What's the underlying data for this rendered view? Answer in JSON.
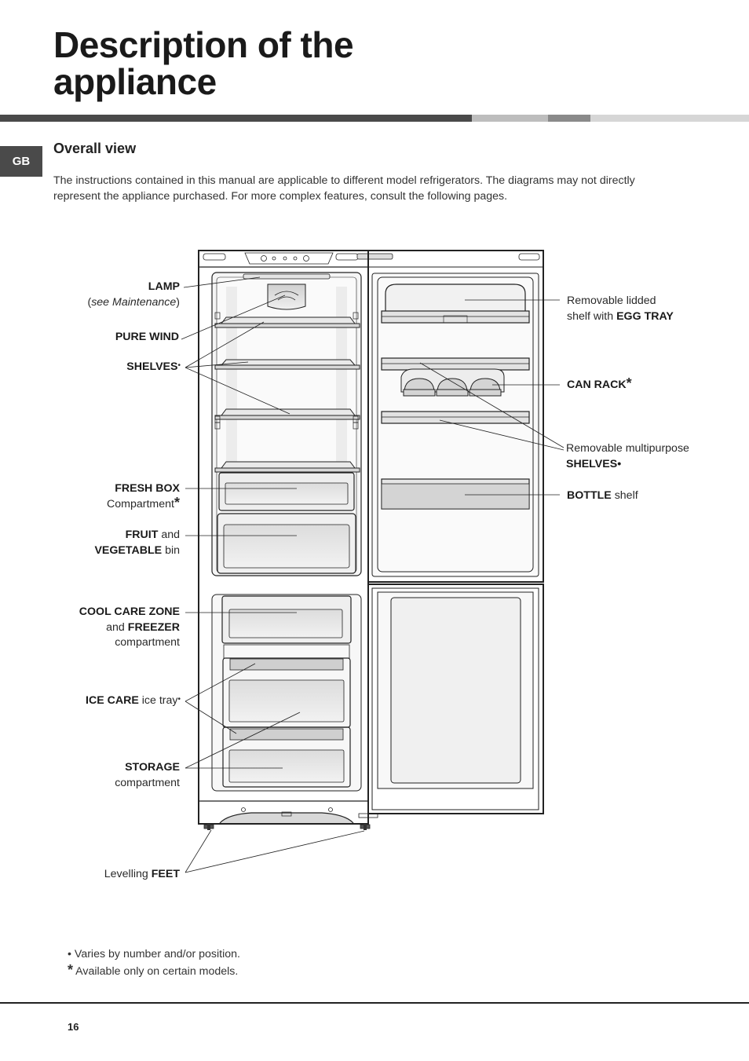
{
  "page": {
    "title_line1": "Description of the",
    "title_line2": "appliance",
    "lang_tab": "GB",
    "section_title": "Overall view",
    "intro": "The instructions contained in this manual are applicable to different model refrigerators. The diagrams may not directly represent the appliance purchased. For more complex features, consult the following pages.",
    "page_number": "16"
  },
  "colors": {
    "bar_dark": "#4a4a4a",
    "bar_light": "#bdbdbd",
    "bar_mid": "#8a8a8a",
    "bar_pale": "#d6d6d6",
    "tab_bg": "#4a4a4a"
  },
  "labels": {
    "lamp": {
      "title": "LAMP",
      "note_pre": "(",
      "note_word": "see",
      "note_rest": " Maintenance",
      "note_post": ")"
    },
    "pure_wind": "PURE WIND",
    "shelves": {
      "text": "SHELVES",
      "mark": "•"
    },
    "fresh_box": {
      "title": "FRESH BOX",
      "sub": "Compartment",
      "mark": "*"
    },
    "fruit": {
      "bold1": "FRUIT",
      "plain1": " and",
      "bold2": "VEGETABLE",
      "plain2": " bin"
    },
    "cool_care": {
      "bold1": "COOL CARE ZONE",
      "plain2": "and ",
      "bold2": "FREEZER",
      "line3": "compartment"
    },
    "ice_care": {
      "bold": "ICE CARE",
      "plain": " ice tray",
      "mark": "•"
    },
    "storage": {
      "bold": "STORAGE",
      "sub": "compartment"
    },
    "feet": {
      "plain": "Levelling ",
      "bold": "FEET"
    },
    "egg_tray": {
      "line1": "Removable lidded",
      "plain2": "shelf with ",
      "bold2": "EGG TRAY"
    },
    "can_rack": {
      "bold": "CAN RACK",
      "mark": "*"
    },
    "multipurpose": {
      "line1": "Removable multipurpose",
      "bold2": "SHELVES",
      "mark": "•"
    },
    "bottle": {
      "bold": "BOTTLE",
      "plain": " shelf"
    }
  },
  "footnotes": {
    "bullet_symbol": "•",
    "bullet_text": " Varies by number and/or position.",
    "asterisk_symbol": "*",
    "asterisk_text": " Available only on certain models."
  }
}
